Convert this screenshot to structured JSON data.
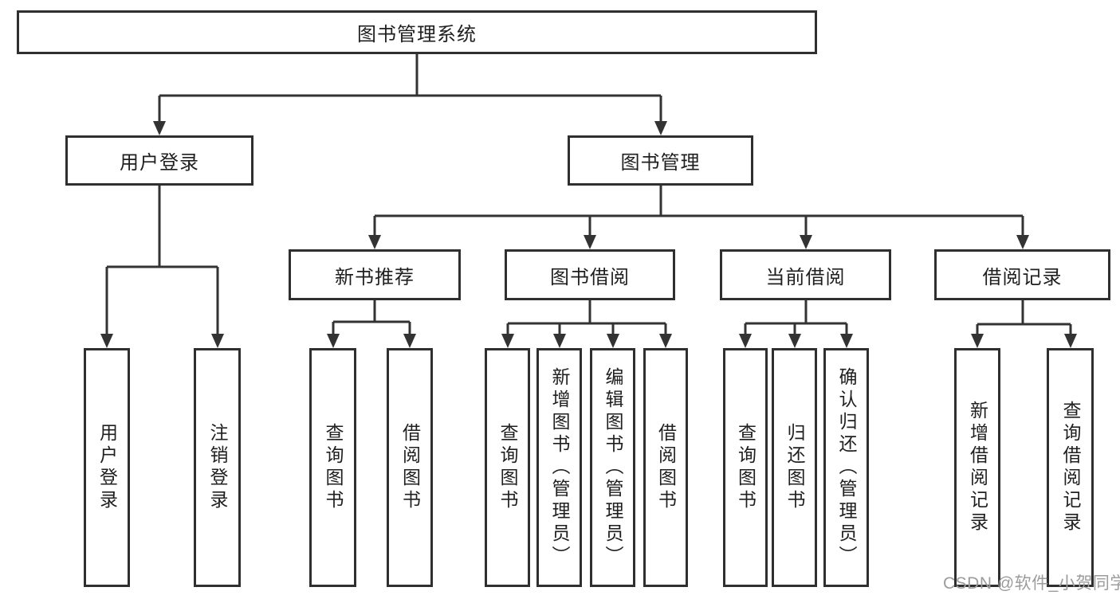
{
  "diagram_type": "hierarchy-tree",
  "colors": {
    "background": "#ffffff",
    "box_fill": "#ffffff",
    "box_border": "#2f2f2f",
    "line": "#333333",
    "text": "#1f1f1f",
    "watermark": "#9c9c9c"
  },
  "nodes": {
    "root": {
      "label": "图书管理系统"
    },
    "user_login": {
      "label": "用户登录"
    },
    "book_management": {
      "label": "图书管理"
    },
    "new_book_recommend": {
      "label": "新书推荐"
    },
    "book_borrow": {
      "label": "图书借阅"
    },
    "current_borrow": {
      "label": "当前借阅"
    },
    "borrow_records": {
      "label": "借阅记录"
    },
    "leaf_user_login": {
      "label": "用户登录"
    },
    "leaf_logout": {
      "label": "注销登录"
    },
    "leaf_nbr_query_book": {
      "label": "查询图书"
    },
    "leaf_nbr_borrow_book": {
      "label": "借阅图书"
    },
    "leaf_bb_query_book": {
      "label": "查询图书"
    },
    "leaf_bb_add_book": {
      "label": "新增图书（管理员）"
    },
    "leaf_bb_edit_book": {
      "label": "编辑图书（管理员）"
    },
    "leaf_bb_borrow_book": {
      "label": "借阅图书"
    },
    "leaf_cb_query_book": {
      "label": "查询图书"
    },
    "leaf_cb_return_book": {
      "label": "归还图书"
    },
    "leaf_cb_confirm_return": {
      "label": "确认归还（管理员）"
    },
    "leaf_br_add_record": {
      "label": "新增借阅记录"
    },
    "leaf_br_query_record": {
      "label": "查询借阅记录"
    }
  },
  "watermark": {
    "text": "CSDN @软件_小贺同学"
  }
}
